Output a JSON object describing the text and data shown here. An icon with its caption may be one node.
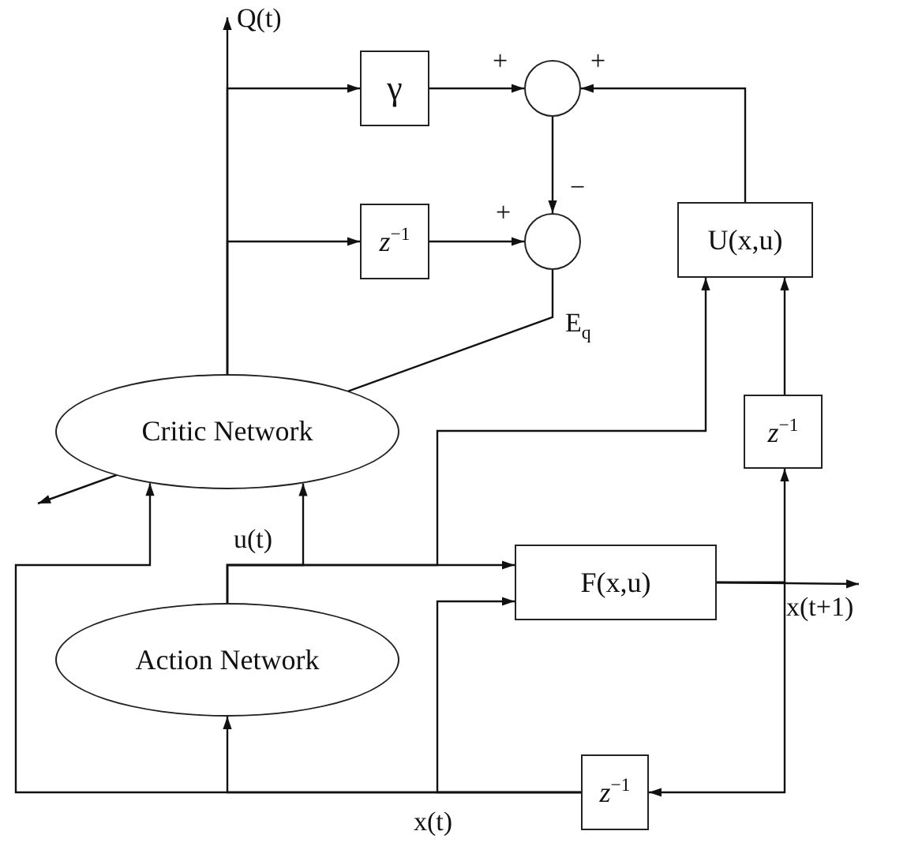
{
  "diagram": {
    "nodes": [
      {
        "text": [
          "γ"
        ]
      },
      {
        "text": [
          "*z*$^{−1}$"
        ]
      },
      {
        "text": [],
        "shape": "circle"
      },
      {
        "text": [],
        "shape": "circle"
      },
      {
        "text": [
          "U(x,u)"
        ]
      },
      {
        "text": [
          "Critic Network"
        ]
      },
      {
        "text": [
          "*z*$^{−1}$"
        ]
      },
      {
        "text": [
          "F(x,u)"
        ]
      },
      {
        "text": [
          "Action Network"
        ]
      },
      {
        "text": [
          "*z*$^{−1}$"
        ]
      },
      {
        "text": [
          "Q(t)"
        ]
      },
      {
        "text": [
          "x(t+1)"
        ]
      }
    ],
    "edges": [
      {
        "from": 5,
        "to": 10,
        "arrow": "to"
      },
      {
        "from": 5,
        "to": 0,
        "arrow": "to"
      },
      {
        "from": 5,
        "to": 1,
        "arrow": "to"
      },
      {
        "from": 0,
        "to": 2,
        "arrow": "to"
      },
      {
        "from": 1,
        "to": 3,
        "arrow": "to"
      },
      {
        "from": 2,
        "to": 3,
        "arrow": "to"
      },
      {
        "from": 4,
        "to": 2,
        "arrow": "to"
      },
      {
        "from": 3,
        "to": 5,
        "arrow": "to"
      },
      {
        "from": 8,
        "to": 5,
        "arrow": "to"
      },
      {
        "from": 8,
        "to": 7,
        "arrow": "to"
      },
      {
        "from": 8,
        "to": 4,
        "arrow": "to"
      },
      {
        "from": 9,
        "to": 5,
        "arrow": "to"
      },
      {
        "from": 9,
        "to": 8,
        "arrow": "to"
      },
      {
        "from": 9,
        "to": 7,
        "arrow": "to"
      },
      {
        "from": 7,
        "to": 11,
        "arrow": "to"
      },
      {
        "from": 7,
        "to": 6,
        "arrow": "to"
      },
      {
        "from": 7,
        "to": 9,
        "arrow": "to"
      },
      {
        "from": 6,
        "to": 4,
        "arrow": "to"
      }
    ],
    "labels": [
      "+",
      "+",
      "−",
      "+",
      "E$_{q}$",
      "u(t)",
      "x(t)"
    ]
  }
}
